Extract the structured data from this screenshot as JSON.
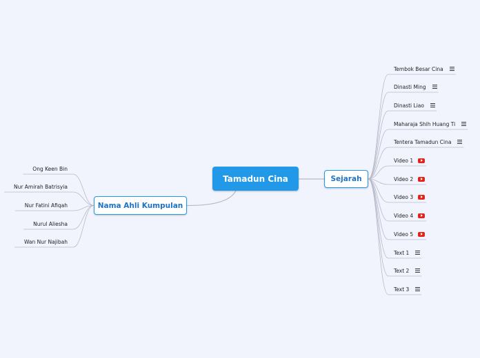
{
  "root": {
    "label": "Tamadun Cina"
  },
  "right_branch": {
    "label": "Sejarah",
    "children": [
      {
        "label": "Tembok Besar Cina",
        "icon": "note-icon"
      },
      {
        "label": "Dinasti Ming",
        "icon": "note-icon"
      },
      {
        "label": "Dinasti Liao",
        "icon": "note-icon"
      },
      {
        "label": "Maharaja Shih Huang Ti",
        "icon": "note-icon"
      },
      {
        "label": "Tentera Tamadun Cina",
        "icon": "note-icon"
      },
      {
        "label": "Video 1",
        "icon": "youtube-icon"
      },
      {
        "label": "Video 2",
        "icon": "youtube-icon"
      },
      {
        "label": "Video 3",
        "icon": "youtube-icon"
      },
      {
        "label": "Video 4",
        "icon": "youtube-icon"
      },
      {
        "label": "Video 5",
        "icon": "youtube-icon"
      },
      {
        "label": "Text 1",
        "icon": "note-icon"
      },
      {
        "label": "Text 2",
        "icon": "note-icon"
      },
      {
        "label": "Text 3",
        "icon": "note-icon"
      }
    ]
  },
  "left_branch": {
    "label": "Nama Ahli Kumpulan",
    "children": [
      {
        "label": "Ong Keen Bin"
      },
      {
        "label": "Nur Amirah Batrisyia"
      },
      {
        "label": "Nur Fatini Afiqah"
      },
      {
        "label": "Nurul Aliesha"
      },
      {
        "label": "Wan Nur Najibah"
      }
    ]
  },
  "colors": {
    "background": "#f1f4fd",
    "root_fill": "#2199e8",
    "branch_border": "#2199e8",
    "branch_text": "#1f72c4",
    "connector": "#b8b8c8",
    "youtube": "#e62117"
  }
}
